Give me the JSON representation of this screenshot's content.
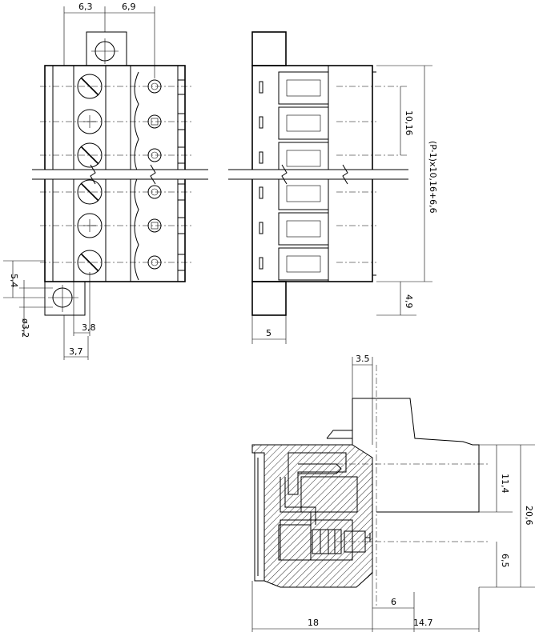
{
  "dimensions": {
    "top_left": "6,3",
    "top_right": "6,9",
    "pitch": "10,16",
    "total": "(P-1)x10,16+6,6",
    "flange_height": "5,4",
    "hole_diameter": "ø3,2",
    "offset_a": "3,8",
    "offset_b": "3,7",
    "side_width": "5",
    "side_bottom": "4,9",
    "sec_top": "3.5",
    "sec_right_a": "11,4",
    "sec_right_b": "20,6",
    "sec_right_c": "6,5",
    "sec_bottom_a": "6",
    "sec_bottom_b": "18",
    "sec_bottom_c": "14.7"
  }
}
